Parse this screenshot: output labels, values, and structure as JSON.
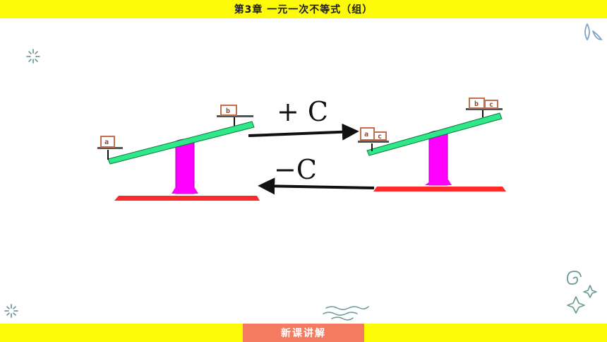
{
  "header": {
    "title": "第3章  一元一次不等式（组）"
  },
  "footer": {
    "tab_label": "新课讲解"
  },
  "diagram": {
    "operation_add": "+ C",
    "operation_subtract": "−C",
    "left_balance": {
      "left_pan": [
        "a"
      ],
      "right_pan": [
        "b"
      ]
    },
    "right_balance": {
      "left_pan": [
        "a",
        "c"
      ],
      "right_pan": [
        "b",
        "c"
      ]
    }
  },
  "colors": {
    "bar_yellow": "#fdfb08",
    "tab_orange": "#f47a60",
    "beam_green": "#2ee88a",
    "pillar_magenta": "#ff00ff",
    "base_red": "#ff2a2a"
  },
  "icons": [
    "sparkle-icon",
    "leaf-icon",
    "spiral-icon",
    "star-icon",
    "wave-icon"
  ]
}
